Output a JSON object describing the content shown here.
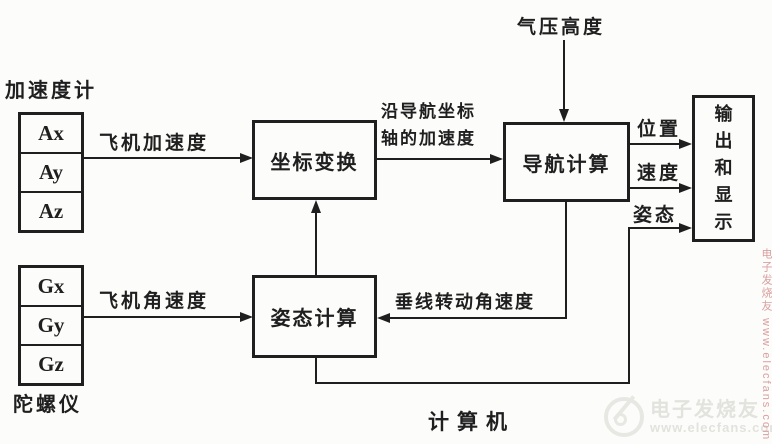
{
  "colors": {
    "line": "#1f1f1f",
    "background": "#fcfcfa",
    "watermark_gray": "#e2e2de",
    "watermark_red": "#cd8282"
  },
  "sensors": {
    "accelerometer": {
      "title": "加速度计",
      "cells": [
        "Ax",
        "Ay",
        "Az"
      ]
    },
    "gyroscope": {
      "title": "陀螺仪",
      "cells": [
        "Gx",
        "Gy",
        "Gz"
      ]
    }
  },
  "boxes": {
    "coord_transform": "坐标变换",
    "nav_compute": "导航计算",
    "attitude_compute": "姿态计算",
    "output_display": "输出和显示"
  },
  "labels": {
    "aircraft_accel": "飞机加速度",
    "aircraft_angular_rate": "飞机角速度",
    "nav_axis_accel_line1": "沿导航坐标",
    "nav_axis_accel_line2": "轴的加速度",
    "baro_altitude": "气压高度",
    "position": "位置",
    "velocity": "速度",
    "attitude": "姿态",
    "vertical_rotation_rate": "垂线转动角速度",
    "caption": "计算机"
  },
  "watermark": {
    "brand": "电子发烧友",
    "site": "www.elecfans.com",
    "side_text": "电子发烧友 www.elecfans.com"
  }
}
